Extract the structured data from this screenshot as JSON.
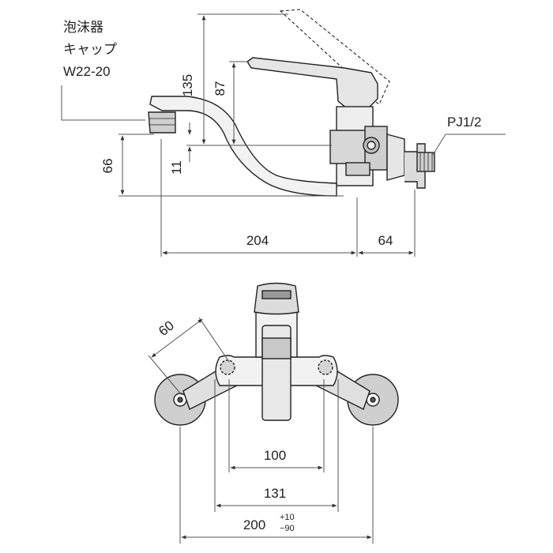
{
  "labels": {
    "cap_line1": "泡沫器",
    "cap_line2": "キャップ",
    "cap_line3": "W22-20",
    "pipe_thread": "PJ1/2"
  },
  "side_view": {
    "dim_135": "135",
    "dim_87": "87",
    "dim_66": "66",
    "dim_11": "11",
    "dim_204": "204",
    "dim_64": "64"
  },
  "front_view": {
    "dim_60": "60",
    "dim_100": "100",
    "dim_131": "131",
    "dim_200": "200",
    "tol_plus": "+10",
    "tol_minus": "−90"
  },
  "colors": {
    "line": "#222222",
    "fill_dark": "#c9c9c9",
    "fill_light": "#e6e6e6",
    "dim": "#555555"
  }
}
